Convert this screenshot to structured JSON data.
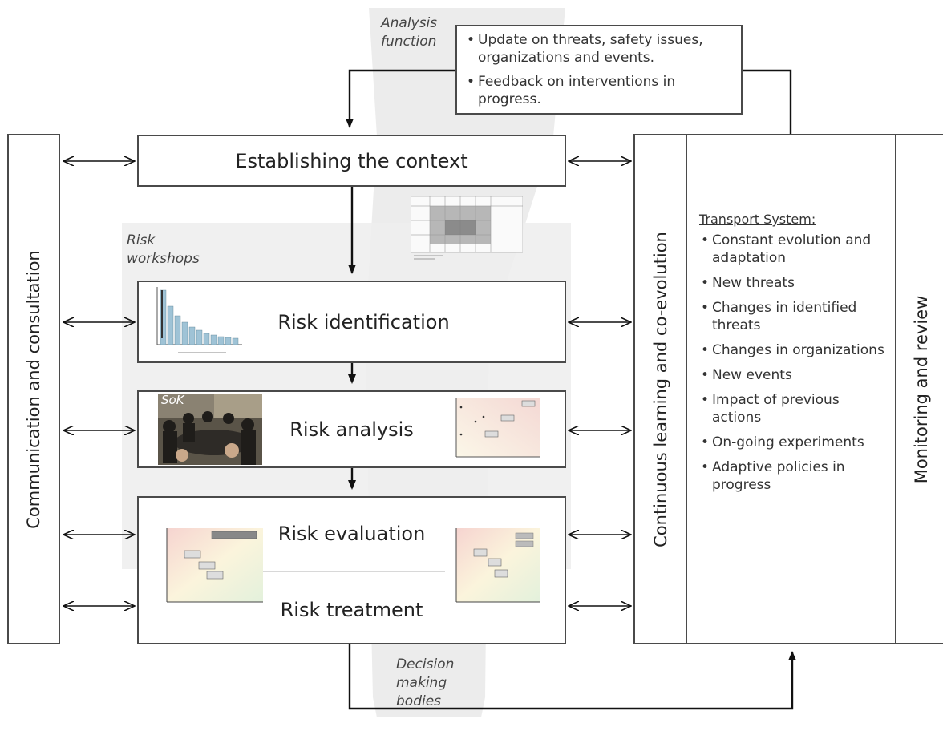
{
  "labels": {
    "analysis_function": "Analysis function",
    "risk_workshops": "Risk workshops",
    "sok": "SoK",
    "decision_making_bodies": "Decision making bodies"
  },
  "boxes": {
    "communication": "Communication and consultation",
    "establishing_context": "Establishing the context",
    "risk_identification": "Risk identification",
    "risk_analysis": "Risk analysis",
    "risk_evaluation": "Risk evaluation",
    "risk_treatment": "Risk treatment",
    "continuous_learning": "Continuous learning and co-evolution",
    "monitoring_review": "Monitoring and review"
  },
  "update_box": {
    "items": [
      "Update on threats, safety issues, organizations and events.",
      "Feedback on interventions in progress."
    ]
  },
  "transport_system": {
    "title": "Transport System:",
    "items": [
      "Constant evolution and adaptation",
      "New threats",
      "Changes in identified threats",
      "Changes in organizations",
      "New events",
      "Impact of previous actions",
      "On-going experiments",
      "Adaptive policies in progress"
    ]
  },
  "colors": {
    "border": "#4a4a4a",
    "funnel": "#e6e6e6",
    "workshop_panel": "#efefef",
    "bar_fill": "#9fc3d6"
  }
}
